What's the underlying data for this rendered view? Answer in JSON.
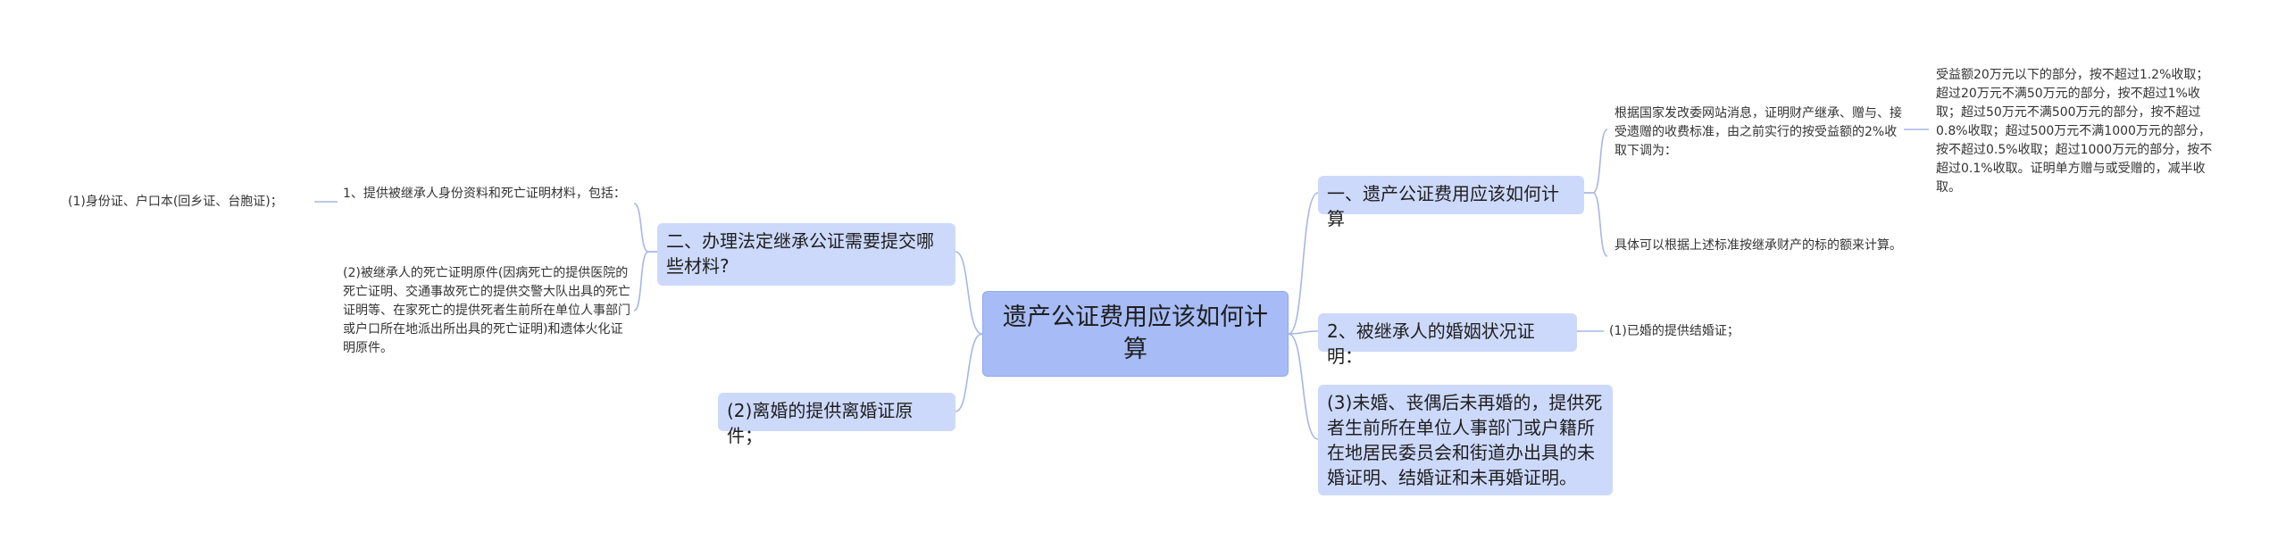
{
  "root": {
    "text": "遗产公证费用应该如何计算"
  },
  "right": [
    {
      "title": "一、遗产公证费用应该如何计算",
      "children": [
        {
          "text": "根据国家发改委网站消息，证明财产继承、赠与、接受遗赠的收费标准，由之前实行的按受益额的2%收取下调为：",
          "children": [
            {
              "text": "受益额20万元以下的部分，按不超过1.2%收取；超过20万元不满50万元的部分，按不超过1%收取；超过50万元不满500万元的部分，按不超过0.8%收取；超过500万元不满1000万元的部分，按不超过0.5%收取；超过1000万元的部分，按不超过0.1%收取。证明单方赠与或受赠的，减半收取。"
            }
          ]
        },
        {
          "text": "具体可以根据上述标准按继承财产的标的额来计算。"
        }
      ]
    },
    {
      "title": "2、被继承人的婚姻状况证明：",
      "children": [
        {
          "text": "(1)已婚的提供结婚证；"
        }
      ]
    },
    {
      "title": "(3)未婚、丧偶后未再婚的，提供死者生前所在单位人事部门或户籍所在地居民委员会和街道办出具的未婚证明、结婚证和未再婚证明。",
      "children": []
    }
  ],
  "left": [
    {
      "title": "二、办理法定继承公证需要提交哪些材料?",
      "children": [
        {
          "text": "1、提供被继承人身份资料和死亡证明材料，包括：",
          "children": [
            {
              "text": "(1)身份证、户口本(回乡证、台胞证)；"
            }
          ]
        },
        {
          "text": "(2)被继承人的死亡证明原件(因病死亡的提供医院的死亡证明、交通事故死亡的提供交警大队出具的死亡证明等、在家死亡的提供死者生前所在单位人事部门或户口所在地派出所出具的死亡证明)和遗体火化证明原件。"
        }
      ]
    },
    {
      "title": "(2)离婚的提供离婚证原件；",
      "children": []
    }
  ],
  "colors": {
    "line": "#a6b6e6",
    "root_fill": "#a7bcf6",
    "branch_fill": "#cdd9fb"
  }
}
